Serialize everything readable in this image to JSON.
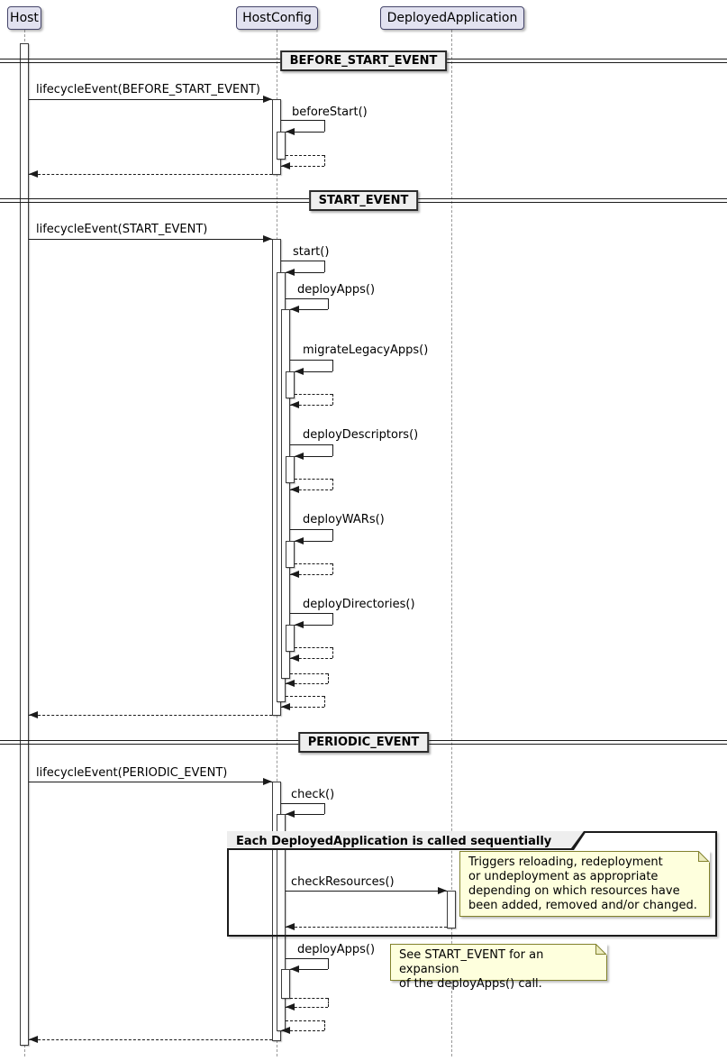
{
  "participants": [
    {
      "label": "Host"
    },
    {
      "label": "HostConfig"
    },
    {
      "label": "DeployedApplication"
    }
  ],
  "dividers": [
    {
      "label": "BEFORE_START_EVENT"
    },
    {
      "label": "START_EVENT"
    },
    {
      "label": "PERIODIC_EVENT"
    }
  ],
  "messages": [
    {
      "label": "lifecycleEvent(BEFORE_START_EVENT)"
    },
    {
      "label": "beforeStart()"
    },
    {
      "label": "lifecycleEvent(START_EVENT)"
    },
    {
      "label": "start()"
    },
    {
      "label": "deployApps()"
    },
    {
      "label": "migrateLegacyApps()"
    },
    {
      "label": "deployDescriptors()"
    },
    {
      "label": "deployWARs()"
    },
    {
      "label": "deployDirectories()"
    },
    {
      "label": "lifecycleEvent(PERIODIC_EVENT)"
    },
    {
      "label": "check()"
    },
    {
      "label": "checkResources()"
    },
    {
      "label": "deployApps()"
    }
  ],
  "group": {
    "title": "Each DeployedApplication is called sequentially"
  },
  "notes": [
    {
      "text": "Triggers reloading, redeployment\nor undeployment as appropriate\ndepending on which resources have\nbeen added, removed and/or changed."
    },
    {
      "text": "See START_EVENT for an expansion\nof the deployApps() call."
    }
  ],
  "colors": {
    "participant_fill": "#E2E2F0",
    "participant_border": "#46466A",
    "note_fill": "#FEFFDD",
    "note_border": "#82822D",
    "divider_fill": "#EEEEEE",
    "line": "#1B1B1B",
    "lifeline": "#999999",
    "activation_fill": "#FEFEFE"
  }
}
